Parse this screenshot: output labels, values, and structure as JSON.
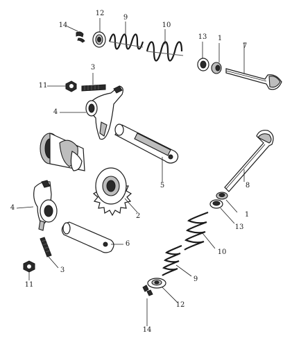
{
  "callouts": [
    {
      "id": "c-12-top",
      "text": "12"
    },
    {
      "id": "c-9-top",
      "text": "9"
    },
    {
      "id": "c-10-top",
      "text": "10"
    },
    {
      "id": "c-14-top",
      "text": "14"
    },
    {
      "id": "c-13-top",
      "text": "13"
    },
    {
      "id": "c-1-top",
      "text": "1"
    },
    {
      "id": "c-7",
      "text": "7"
    },
    {
      "id": "c-11-top",
      "text": "11"
    },
    {
      "id": "c-3-top",
      "text": "3"
    },
    {
      "id": "c-4-top",
      "text": "4"
    },
    {
      "id": "c-5",
      "text": "5"
    },
    {
      "id": "c-8",
      "text": "8"
    },
    {
      "id": "c-2",
      "text": "2"
    },
    {
      "id": "c-4-bottom",
      "text": "4"
    },
    {
      "id": "c-1-bottom",
      "text": "1"
    },
    {
      "id": "c-13-bottom",
      "text": "13"
    },
    {
      "id": "c-6",
      "text": "6"
    },
    {
      "id": "c-10-bottom",
      "text": "10"
    },
    {
      "id": "c-3-bottom",
      "text": "3"
    },
    {
      "id": "c-9-bottom",
      "text": "9"
    },
    {
      "id": "c-11-bottom",
      "text": "11"
    },
    {
      "id": "c-12-bottom",
      "text": "12"
    },
    {
      "id": "c-14-bottom",
      "text": "14"
    }
  ]
}
